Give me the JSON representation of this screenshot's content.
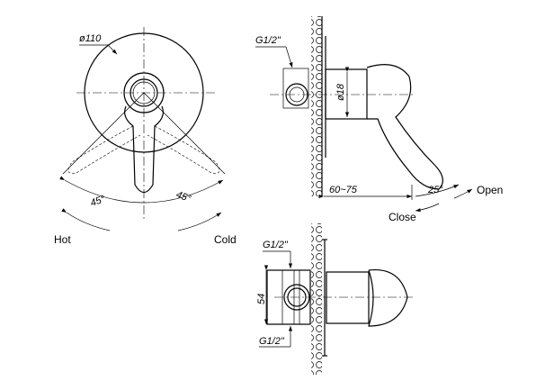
{
  "front_view": {
    "diameter_label": "ø110",
    "left_angle": "45°",
    "right_angle": "45°",
    "hot_label": "Hot",
    "cold_label": "Cold"
  },
  "side_view": {
    "thread_label": "G1/2\"",
    "body_diameter_label": "ø18",
    "depth_label": "60~75",
    "lever_angle": "25°",
    "open_label": "Open",
    "close_label": "Close"
  },
  "top_view": {
    "thread_top_label": "G1/2\"",
    "thread_bottom_label": "G1/2\"",
    "height_label": "54"
  }
}
